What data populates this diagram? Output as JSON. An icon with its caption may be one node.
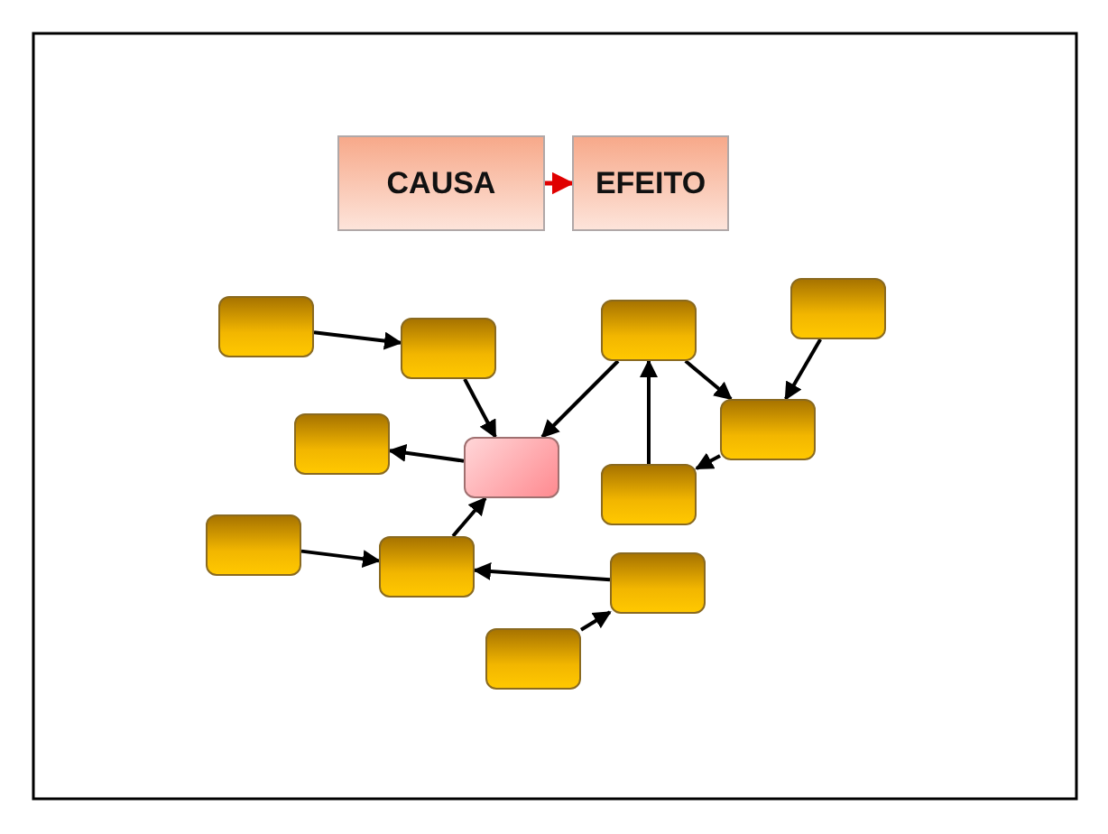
{
  "diagram": {
    "nodes": [
      {
        "text": [
          "CAUSA"
        ]
      },
      {
        "text": [
          "EFEITO"
        ]
      },
      {
        "text": [],
        "shape": "box"
      },
      {
        "text": [],
        "shape": "box"
      },
      {
        "text": [],
        "shape": "box"
      },
      {
        "text": [],
        "shape": "box"
      },
      {
        "text": [],
        "shape": "box"
      },
      {
        "text": [],
        "shape": "box"
      },
      {
        "text": [],
        "shape": "box"
      },
      {
        "text": [],
        "shape": "box"
      },
      {
        "text": [],
        "shape": "box"
      },
      {
        "text": [],
        "shape": "box"
      },
      {
        "text": [],
        "shape": "box"
      },
      {
        "text": [],
        "shape": "box"
      }
    ],
    "edges": [
      {
        "from": 0,
        "to": 1,
        "arrow": "to",
        "color": "#e00000"
      },
      {
        "from": 2,
        "to": 3,
        "arrow": "to"
      },
      {
        "from": 3,
        "to": 8,
        "arrow": "to"
      },
      {
        "from": 4,
        "to": 8,
        "arrow": "to"
      },
      {
        "from": 4,
        "to": 7,
        "arrow": "to"
      },
      {
        "from": 5,
        "to": 7,
        "arrow": "to"
      },
      {
        "from": 7,
        "to": 9,
        "arrow": "to"
      },
      {
        "from": 9,
        "to": 4,
        "arrow": "to"
      },
      {
        "from": 8,
        "to": 6,
        "arrow": "to"
      },
      {
        "from": 10,
        "to": 11,
        "arrow": "to"
      },
      {
        "from": 11,
        "to": 8,
        "arrow": "to"
      },
      {
        "from": 12,
        "to": 11,
        "arrow": "to"
      },
      {
        "from": 13,
        "to": 12,
        "arrow": "to"
      }
    ]
  }
}
